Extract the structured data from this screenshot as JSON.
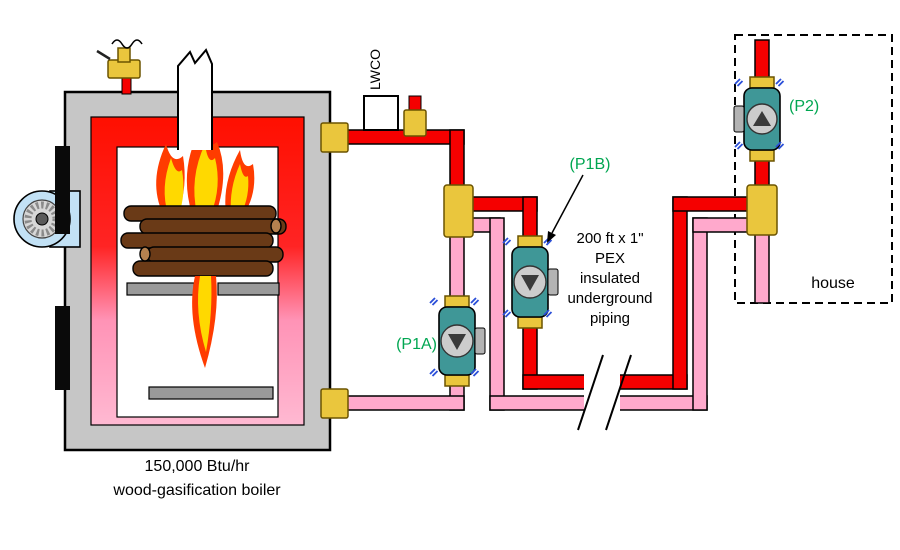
{
  "diagram": {
    "caption": {
      "line1": "150,000 Btu/hr",
      "line2": "wood-gasification boiler"
    },
    "labels": {
      "lwco": "LWCO",
      "p1a": "(P1A)",
      "p1b": "(P1B)",
      "p2": "(P2)",
      "house": "house"
    },
    "pex_note": {
      "line1": "200 ft x 1\"",
      "line2": "PEX",
      "line3": "insulated",
      "line4": "underground",
      "line5": "piping"
    },
    "colors": {
      "supply_red": "#f50000",
      "return_pink": "#ffa9cc",
      "brass": "#eac63d",
      "brass_outline": "#6b5300",
      "pump_body": "#3f9797",
      "pump_impeller_bg": "#cccccc",
      "pump_arrow": "#3a3a3a",
      "bolt_blue": "#2b4fd8",
      "label_green": "#00a651",
      "boiler_shell": "#c6c6c6",
      "lining_top": "#ff0f00",
      "lining_red2": "#ff2424",
      "lining_pink1": "#ff93b6",
      "lining_bottom": "#ffb9d2",
      "flame_outer": "#ff3c00",
      "flame_core": "#ffd900",
      "wood_brown": "#6a3a17",
      "grate_gray": "#9a9a9a",
      "blower_blue": "#c2e1f5"
    }
  }
}
